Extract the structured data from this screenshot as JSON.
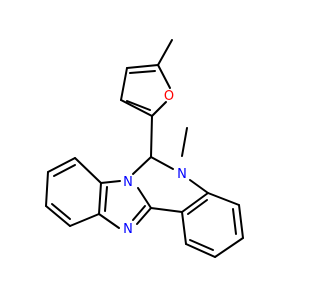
{
  "molecule": {
    "atoms": {
      "ring_oxygen": {
        "symbol": "O",
        "color": "#ff0000"
      },
      "methyl_nitrogen": {
        "symbol": "N",
        "color": "#0000ff"
      },
      "bridge_nitrogen": {
        "symbol": "N",
        "color": "#0000ff"
      },
      "imine_nitrogen": {
        "symbol": "N",
        "color": "#0000ff"
      }
    },
    "bond_color": "#000000",
    "background": "#ffffff"
  }
}
